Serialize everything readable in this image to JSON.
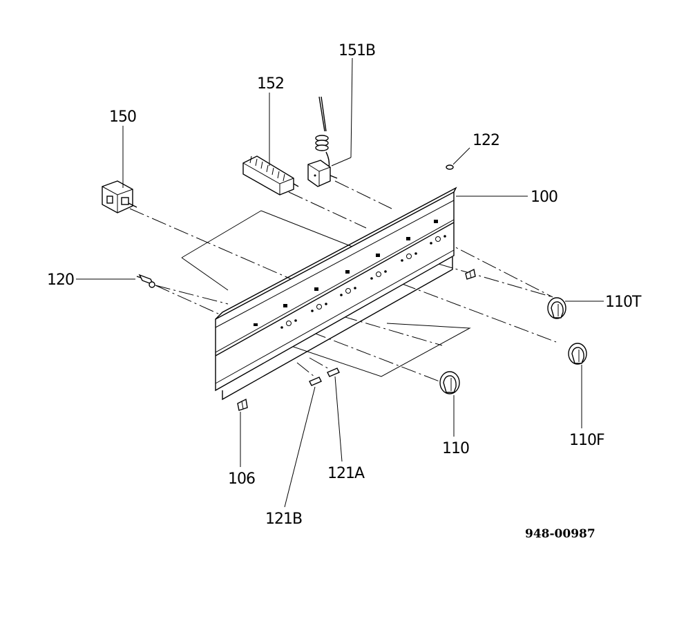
{
  "diagram": {
    "document_code": "948-00987",
    "callouts": {
      "c150": "150",
      "c152": "152",
      "c151b": "151B",
      "c122": "122",
      "c100": "100",
      "c120": "120",
      "c110t": "110T",
      "c110f": "110F",
      "c110": "110",
      "c106": "106",
      "c121a": "121A",
      "c121b": "121B"
    }
  }
}
